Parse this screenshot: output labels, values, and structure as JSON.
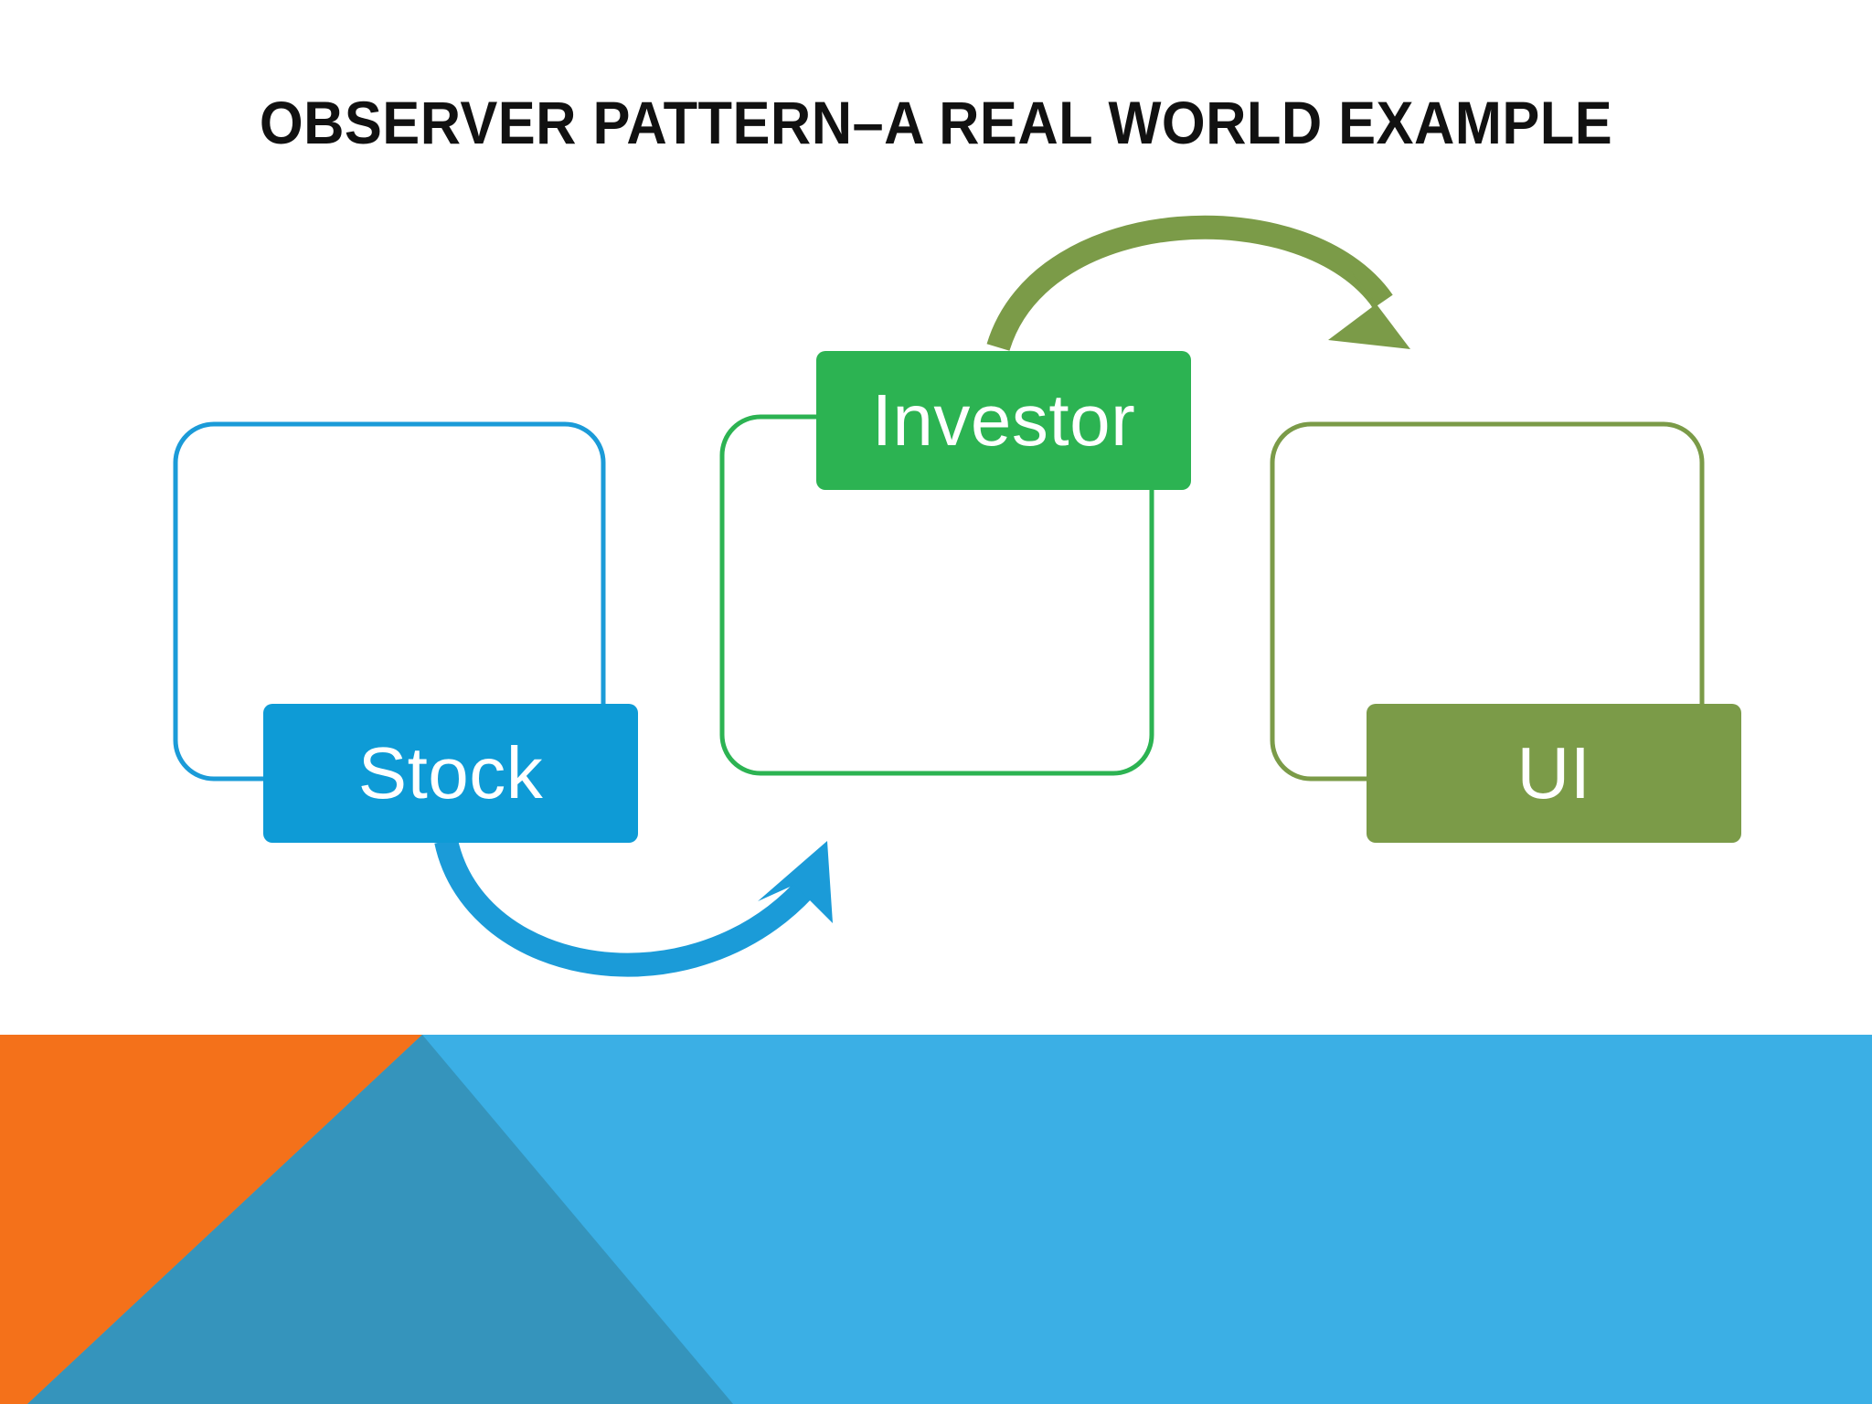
{
  "slide": {
    "title": "OBSERVER PATTERN–A REAL WORLD EXAMPLE",
    "background_color": "#FFFFFF"
  },
  "diagram": {
    "type": "flow",
    "description": "Observer pattern illustrated with three rounded-square nodes connected by two curved arrows",
    "nodes": [
      {
        "id": "stock",
        "label": "Stock",
        "label_position": "bottom-overlap",
        "outline_color": "#1B9BD8",
        "fill_color": "#0E9BD6",
        "text_color": "#FFFFFF"
      },
      {
        "id": "investor",
        "label": "Investor",
        "label_position": "top-overlap",
        "outline_color": "#2CB352",
        "fill_color": "#2CB352",
        "text_color": "#FFFFFF"
      },
      {
        "id": "ui",
        "label": "UI",
        "label_position": "bottom-overlap",
        "outline_color": "#7B9B48",
        "fill_color": "#7B9B48",
        "text_color": "#FFFFFF"
      }
    ],
    "connectors": [
      {
        "id": "stock-to-investor",
        "from": "stock",
        "to": "investor",
        "color": "#1B9BD8",
        "style": "curved-arrow",
        "curve": "convex-down"
      },
      {
        "id": "investor-to-ui",
        "from": "investor",
        "to": "ui",
        "color": "#7B9B48",
        "style": "curved-arrow",
        "curve": "convex-up"
      }
    ]
  },
  "bottom_band": {
    "base_color": "#3BAFE5",
    "orange_color": "#F4711A",
    "teal_color": "#3594BC"
  }
}
